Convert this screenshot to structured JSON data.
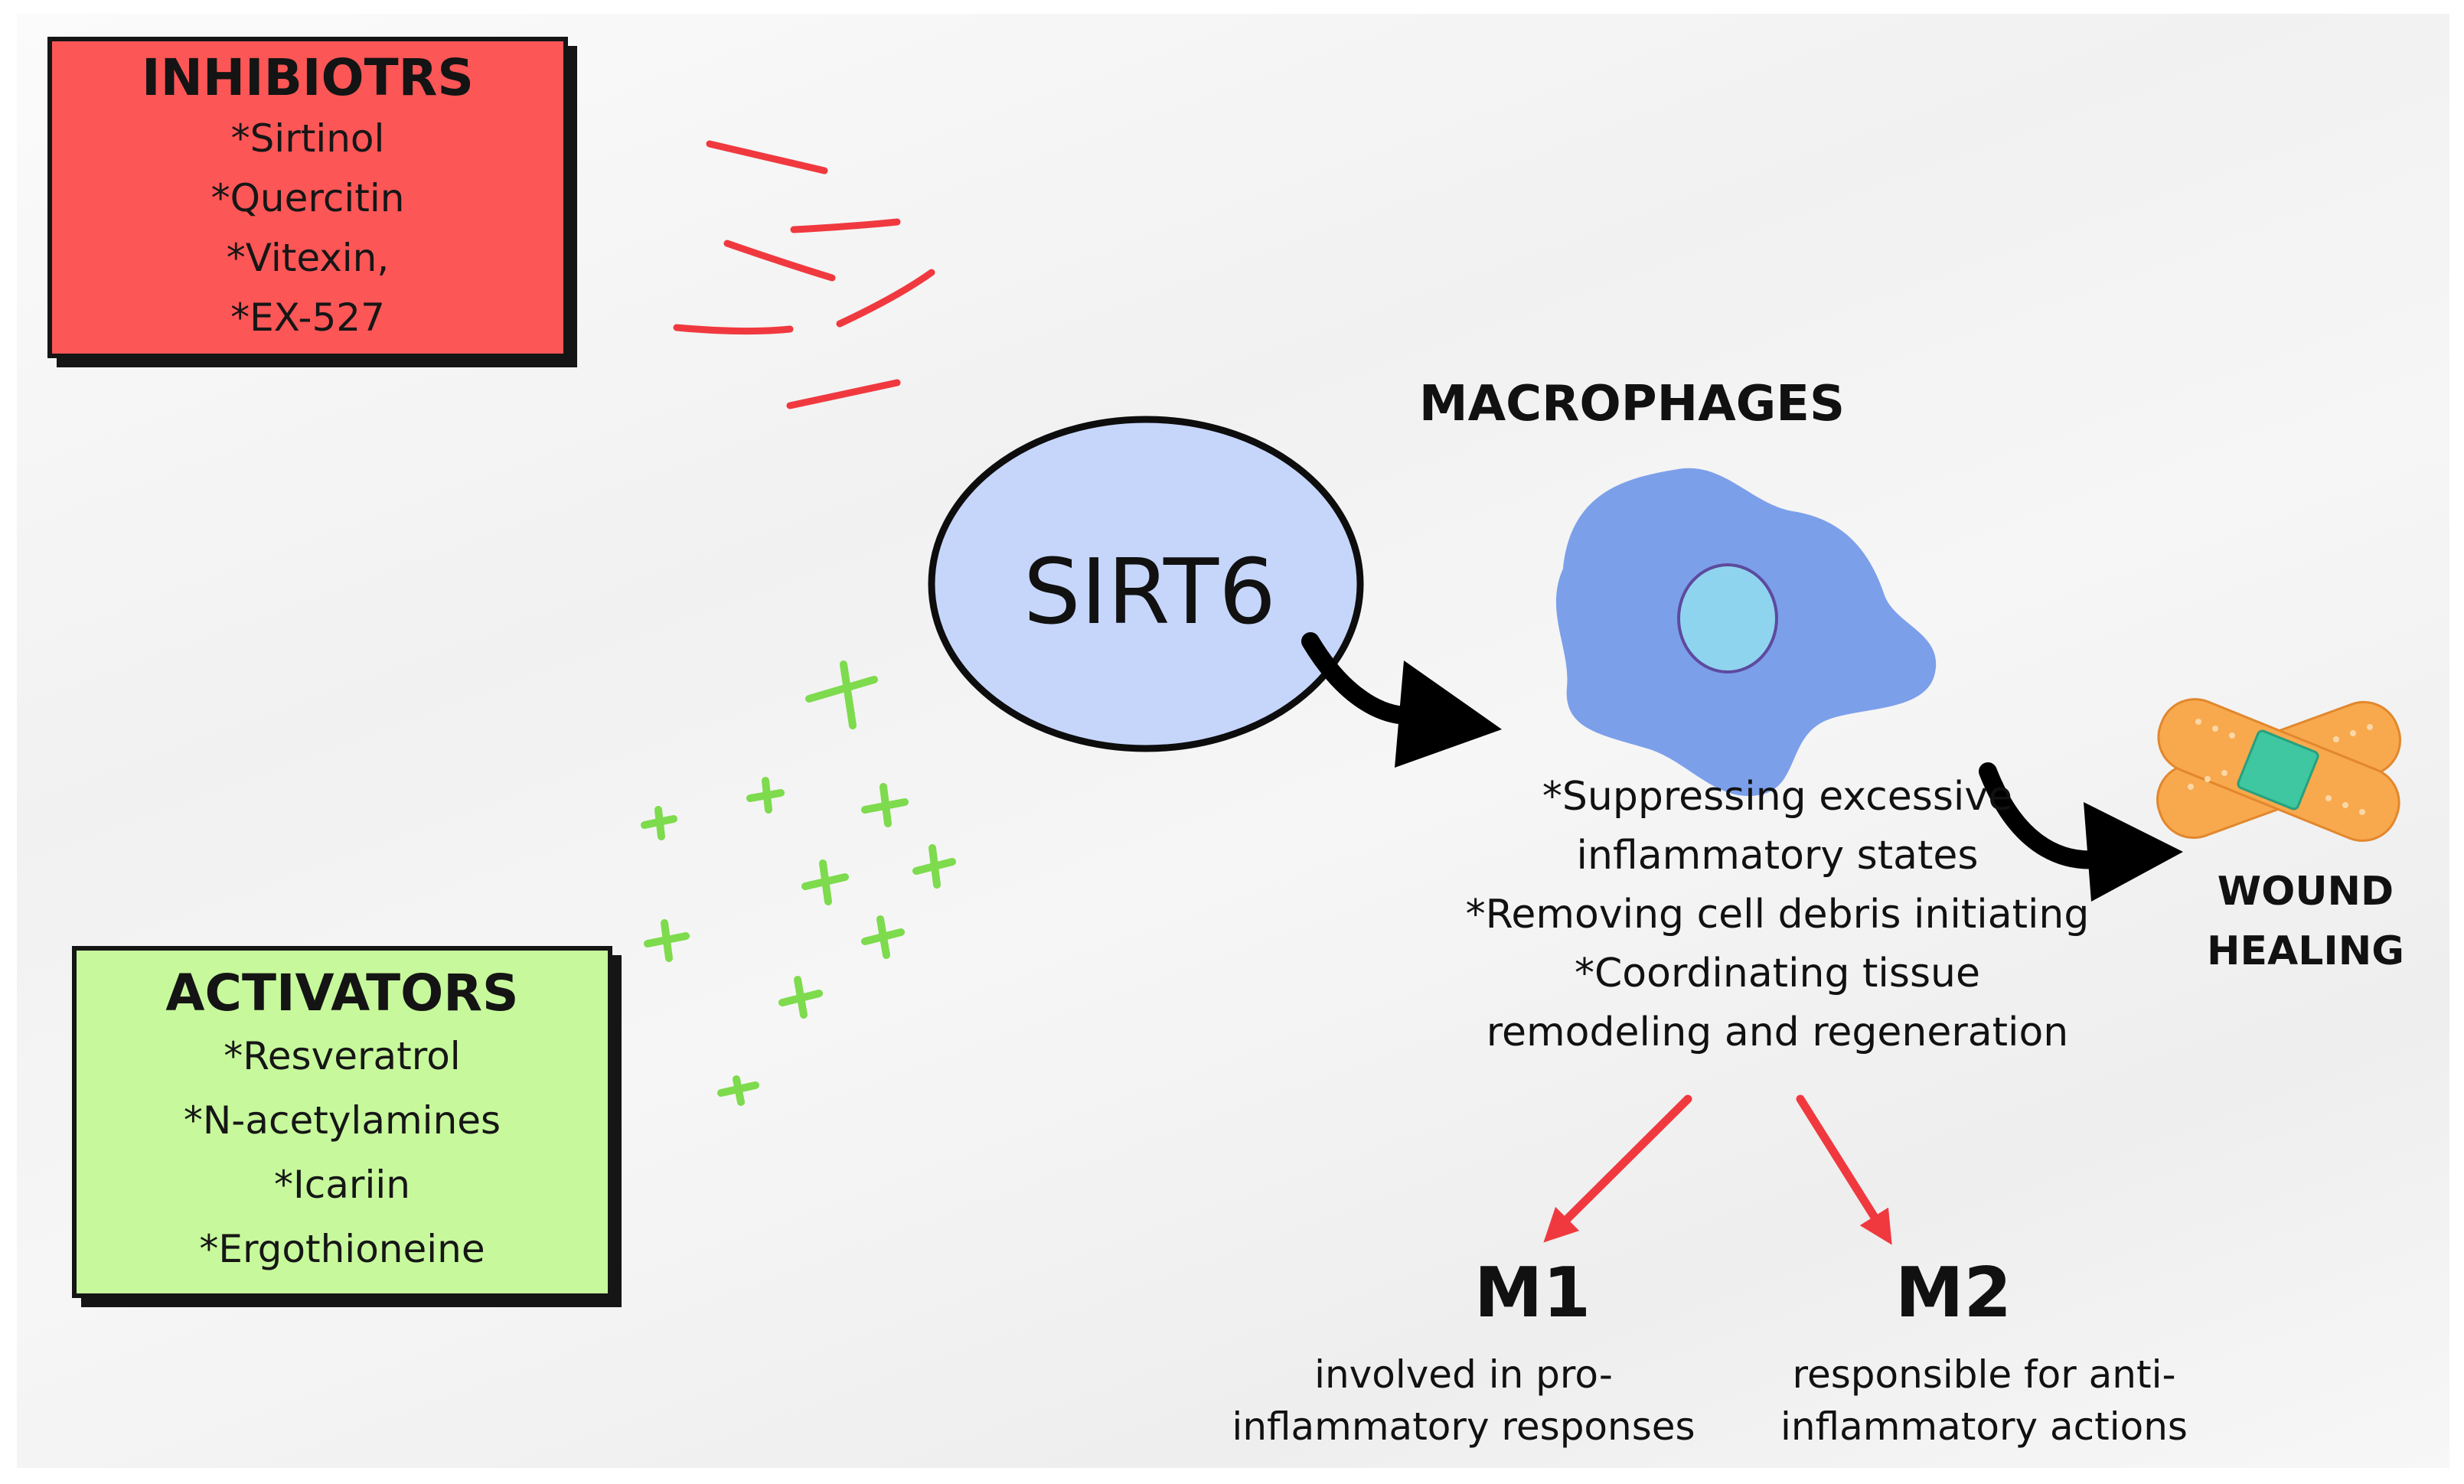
{
  "inhibitors": {
    "title": "INHIBIOTRS",
    "items": [
      "*Sirtinol",
      "*Quercitin",
      "*Vitexin,",
      "*EX-527"
    ],
    "color": "#fc5656"
  },
  "activators": {
    "title": "ACTIVATORS",
    "items": [
      "*Resveratrol",
      "*N-acetylamines",
      "*Icariin",
      "*Ergothioneine"
    ],
    "color": "#c7f99c"
  },
  "center": {
    "label": "SIRT6",
    "color": "#c6d6fb"
  },
  "macrophages": {
    "title": "MACROPHAGES",
    "functions": [
      "*Suppressing excessive",
      "inflammatory states",
      "*Removing cell debris initiating",
      "*Coordinating tissue",
      "remodeling and regeneration"
    ],
    "cell_color": "#7c9fea",
    "nucleus_color": "#8fd4ee"
  },
  "outcome": {
    "line1": "WOUND",
    "line2": "HEALING",
    "icon": "bandage-icon"
  },
  "subtypes": [
    {
      "label": "M1",
      "desc_line1": "involved in pro-",
      "desc_line2": "inflammatory responses"
    },
    {
      "label": "M2",
      "desc_line1": "responsible for anti-",
      "desc_line2": "inflammatory actions"
    }
  ],
  "colors": {
    "inhibitor_strokes": "#f0393f",
    "activator_plus": "#7ddb4d",
    "flow_arrow": "#000000",
    "split_arrow": "#f0393f"
  }
}
